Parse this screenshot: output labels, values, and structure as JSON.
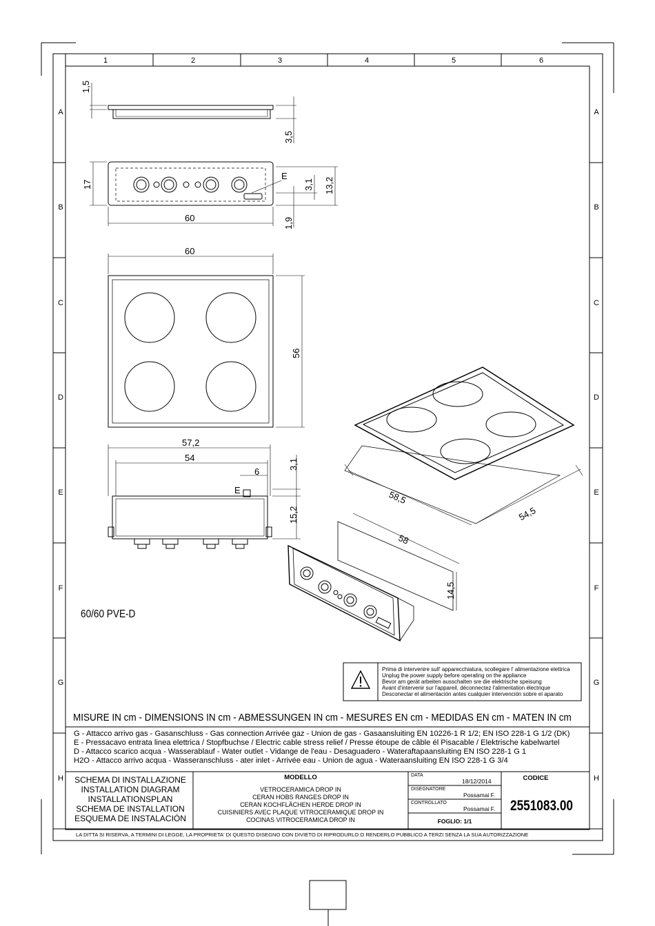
{
  "grid": {
    "columns": [
      "1",
      "2",
      "3",
      "4",
      "5",
      "6"
    ],
    "rows": [
      "A",
      "B",
      "C",
      "D",
      "E",
      "F",
      "G",
      "H"
    ]
  },
  "dimensions": {
    "side_top_thickness": "1,5",
    "side_height": "3,5",
    "front_height": "17",
    "front_width": "60",
    "front_e_label": "E",
    "front_e_offset": "3,1",
    "front_total_height": "13,2",
    "front_bottom": "1,9",
    "plan_width": "60",
    "plan_depth": "56",
    "box_width": "57,2",
    "box_inner_width": "54",
    "box_e_offset": "6",
    "box_e_label": "E",
    "box_top": "3,1",
    "box_height": "15,2",
    "iso_cutout_depth": "58,5",
    "iso_cutout_width": "54,5",
    "iso_box_length": "58",
    "iso_box_height": "14,5"
  },
  "model_name": "60/60 PVE-D",
  "warning": {
    "lines": [
      "Prima di intervenire sull' apparecchiatura, scollegare l' alimentazione elettrica",
      "Unplug the power supply before operating on the appliance",
      "Bevor am gerät arbeiten ausschalten sre die elektrische speisung",
      "Avant d'intervenir sur l'appareil, déconnectez l'alimentation électrique",
      "Desconectar el alimentación antes cualquier intervención sobre el aparato"
    ]
  },
  "measures_banner": "MISURE IN cm - DIMENSIONS IN cm - ABMESSUNGEN IN cm - MESURES EN cm - MEDIDAS EN cm - MATEN IN cm",
  "legend": [
    "G - Attacco arrivo gas - Gasanschluss - Gas connection Arrivée gaz - Union de gas - Gasaansluiting EN 10226-1 R 1/2; EN ISO 228-1 G 1/2 (DK)",
    "E - Pressacavo entrata linea elettrica / Stopfbuchse / Electric cable stress relief / Presse étoupe de câble él Pisacable / Elektrische kabelwartel",
    "D - Attacco scarico acqua  - Wasserablauf - Water outlet - Vidange de l'eau - Desaguadero - Wateraftapaansluiting  EN ISO 228-1 G 1",
    "H2O - Attacco arrivo acqua - Wasseranschluss - ater inlet - Arrivée eau - Union de agua - Wateraansluiting  EN ISO 228-1 G 3/4"
  ],
  "title_block": {
    "schema": [
      "SCHEMA DI INSTALLAZIONE",
      "INSTALLATION DIAGRAM",
      "INSTALLATIONSPLAN",
      "SCHEMA DE INSTALLATION",
      "ESQUEMA DE INSTALACIÓN"
    ],
    "modello_label": "MODELLO",
    "modello_lines": [
      "VETROCERAMICA DROP IN",
      "CERAN HOBS RANGES DROP IN",
      "CERAN KOCHFLÄCHEN HERDE DROP IN",
      "CUISINIERS AVEC PLAQUE VITROCERAMIQUE DROP IN",
      "COCINAS VITROCERAMICA DROP IN"
    ],
    "data_label": "DATA",
    "data_value": "18/12/2014",
    "disegnatore_label": "DISEGNATORE",
    "disegnatore_value": "Possamai F.",
    "controllato_label": "CONTROLLATO",
    "controllato_value": "Possamai F.",
    "foglio": "FOGLIO: 1/1",
    "codice_label": "CODICE",
    "codice_value": "2551083.00"
  },
  "disclaimer": "LA DITTA SI RISERVA, A TERMINI DI LEGGE, LA PROPRIETA' DI QUESTO DISEGNO CON DIVIETO DI RIPRODURLO O RENDERLO PUBBLICO A TERZI SENZA LA SUA AUTORIZZAZIONE",
  "icons": {
    "warning": "warning-triangle-icon"
  }
}
